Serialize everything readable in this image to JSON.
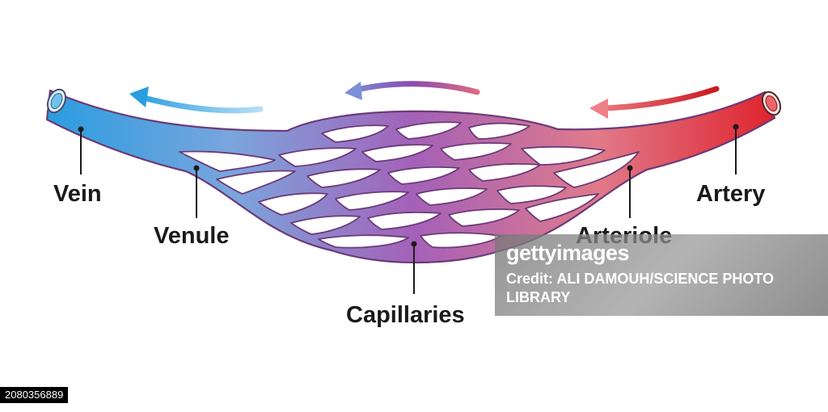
{
  "labels": {
    "vein": "Vein",
    "venule": "Venule",
    "capillaries": "Capillaries",
    "arteriole": "Arteriole",
    "artery": "Artery"
  },
  "colors": {
    "vein_blue": "#2a9de0",
    "capillary_purple": "#a461b8",
    "artery_red": "#e0202a",
    "outline": "#6b3b78",
    "label_text": "#1a1a1a"
  },
  "flow_arrows": [
    {
      "name": "arrow-left",
      "direction": "leftward",
      "color": "#3aa6e0"
    },
    {
      "name": "arrow-center",
      "direction": "leftward",
      "color": "#8a5cc0"
    },
    {
      "name": "arrow-right",
      "direction": "leftward",
      "color": "#e04048"
    }
  ],
  "watermark": {
    "brand": "gettyimages",
    "credit": "Credit: ALI DAMOUH/SCIENCE PHOTO LIBRARY"
  },
  "image_id": "2080356889"
}
